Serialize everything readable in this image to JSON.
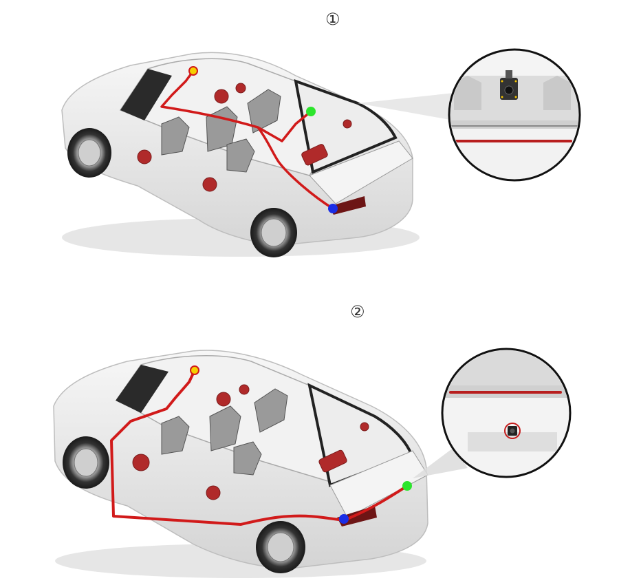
{
  "steps": [
    {
      "label": "①"
    },
    {
      "label": "②"
    }
  ],
  "colors": {
    "cable": "#d11a1a",
    "marker_mirror": "#f5d000",
    "marker_front_end": "#2ce52c",
    "marker_rear_end": "#1a2ee6",
    "car_body": "#e9e9e9",
    "interior_parts": "#b02a2a"
  },
  "icons": {
    "callout_1": "rear-window-camera-closeup",
    "callout_2": "license-plate-camera-closeup"
  }
}
